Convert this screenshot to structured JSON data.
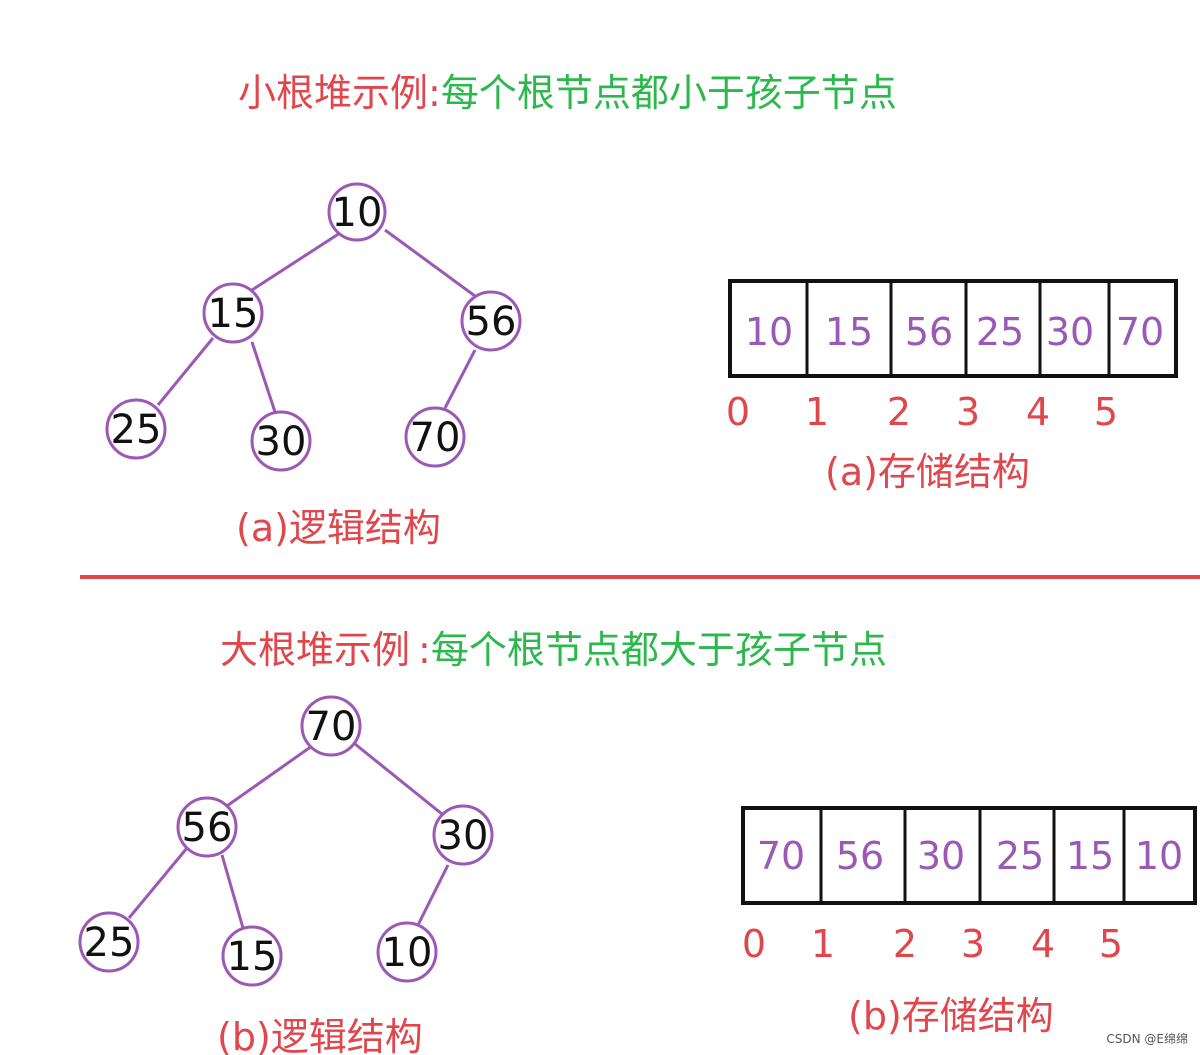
{
  "min_heap": {
    "title_prefix": "小根堆示例",
    "title_colon": ":",
    "title_rule": "每个根节点都小于孩子节点",
    "nodes": [
      "10",
      "15",
      "56",
      "25",
      "30",
      "70"
    ],
    "array": [
      "10",
      "15",
      "56",
      "25",
      "30",
      "70"
    ],
    "indices": [
      "0",
      "1",
      "2",
      "3",
      "4",
      "5"
    ],
    "logical_caption": "(a)逻辑结构",
    "storage_caption": "(a)存储结构"
  },
  "max_heap": {
    "title_prefix": "大根堆示例",
    "title_colon": ":",
    "title_rule": "每个根节点都大于孩子节点",
    "nodes": [
      "70",
      "56",
      "30",
      "25",
      "15",
      "10"
    ],
    "array": [
      "70",
      "56",
      "30",
      "25",
      "15",
      "10"
    ],
    "indices": [
      "0",
      "1",
      "2",
      "3",
      "4",
      "5"
    ],
    "logical_caption": "(b)逻辑结构",
    "storage_caption": "(b)存储结构"
  },
  "watermark": "CSDN @E绵绵",
  "colors": {
    "title_red": "#e0474c",
    "title_green": "#2db84d",
    "node_stroke": "#9b59b6",
    "edge": "#9b59b6",
    "cell_text": "#9b59b6",
    "divider": "#e0474c"
  }
}
